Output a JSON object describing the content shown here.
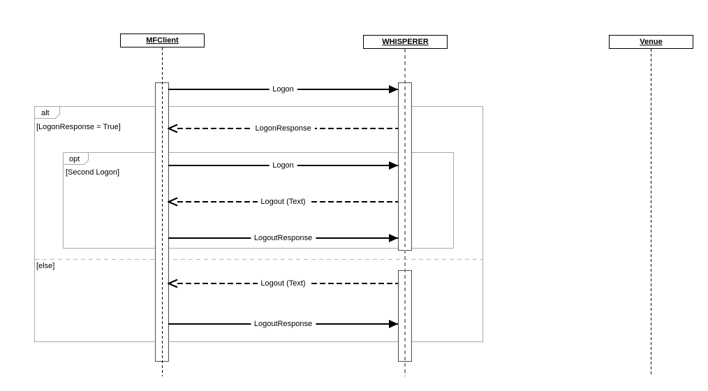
{
  "diagram": {
    "type": "uml-sequence",
    "background": "#ffffff",
    "frame_border_color": "#a8a8a8",
    "message_color": "#000000"
  },
  "actors": [
    {
      "name": "MFClient"
    },
    {
      "name": "WHISPERER"
    },
    {
      "name": "Venue"
    }
  ],
  "fragments": [
    {
      "operator": "alt",
      "guard_true": "[LogonResponse = True]",
      "guard_else": "[else]"
    },
    {
      "operator": "opt",
      "guard": "[Second Logon]"
    }
  ],
  "messages": [
    {
      "label": "Logon",
      "type": "solid",
      "direction": "right",
      "from": "MFClient",
      "to": "WHISPERER"
    },
    {
      "label": "LogonResponse",
      "type": "dashed",
      "direction": "left",
      "from": "WHISPERER",
      "to": "MFClient"
    },
    {
      "label": "Logon",
      "type": "solid",
      "direction": "right",
      "from": "MFClient",
      "to": "WHISPERER"
    },
    {
      "label": "Logout (Text)",
      "type": "dashed",
      "direction": "left",
      "from": "WHISPERER",
      "to": "MFClient"
    },
    {
      "label": "LogoutResponse",
      "type": "solid",
      "direction": "right",
      "from": "MFClient",
      "to": "WHISPERER"
    },
    {
      "label": "Logout (Text)",
      "type": "dashed",
      "direction": "left",
      "from": "WHISPERER",
      "to": "MFClient"
    },
    {
      "label": "LogoutResponse",
      "type": "solid",
      "direction": "right",
      "from": "MFClient",
      "to": "WHISPERER"
    }
  ]
}
